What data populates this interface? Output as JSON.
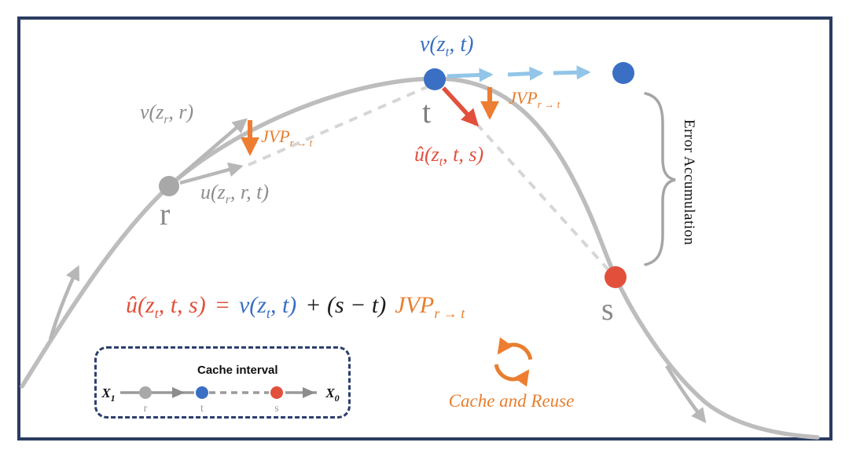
{
  "palette": {
    "frame_navy": "#2b3c60",
    "curve_gray": "#bdbdbd",
    "dashed_chord_gray": "#d6d6d6",
    "point_gray": "#a8a8a8",
    "point_blue": "#3a6fc4",
    "cached_arrow_light_blue": "#92c5e8",
    "point_red": "#e2503c",
    "jvp_orange": "#ed7d31",
    "label_gray": "#8d8d8d",
    "text_black": "#111111"
  },
  "diagram": {
    "points": {
      "r": "r",
      "t": "t",
      "s": "s"
    },
    "labels": {
      "v_r": {
        "main": "v(z",
        "sub": "r",
        "rest": ", r)"
      },
      "u_r": {
        "main": "u(z",
        "sub": "r",
        "rest": ", r, t)"
      },
      "v_t": {
        "main": "v(z",
        "sub": "t",
        "rest": ", t)"
      },
      "u_hat": {
        "main": "û(z",
        "sub": "t",
        "rest": ", t, s)"
      },
      "jvp_r": {
        "main": "JVP",
        "sub": "r → t"
      },
      "jvp_t": {
        "main": "JVP",
        "sub": "r → t"
      },
      "error_accumulation": "Error Accumulation"
    },
    "equation": {
      "lhs_main": "û(z",
      "lhs_sub": "t",
      "lhs_rest": ", t, s)",
      "equals": "=",
      "v_main": "v(z",
      "v_sub": "t",
      "v_rest": ", t)",
      "middle": "+ (s − t)",
      "jvp_main": "JVP",
      "jvp_sub": "r → t"
    },
    "cache_box": {
      "title": "Cache interval",
      "x1_main": "X",
      "x1_sub": "1",
      "x0_main": "X",
      "x0_sub": "0",
      "tick_r": "r",
      "tick_t": "t",
      "tick_s": "s"
    },
    "cache_reuse_label": "Cache and Reuse",
    "icons": {
      "cache_reuse": "circular-arrows-refresh-icon"
    }
  }
}
